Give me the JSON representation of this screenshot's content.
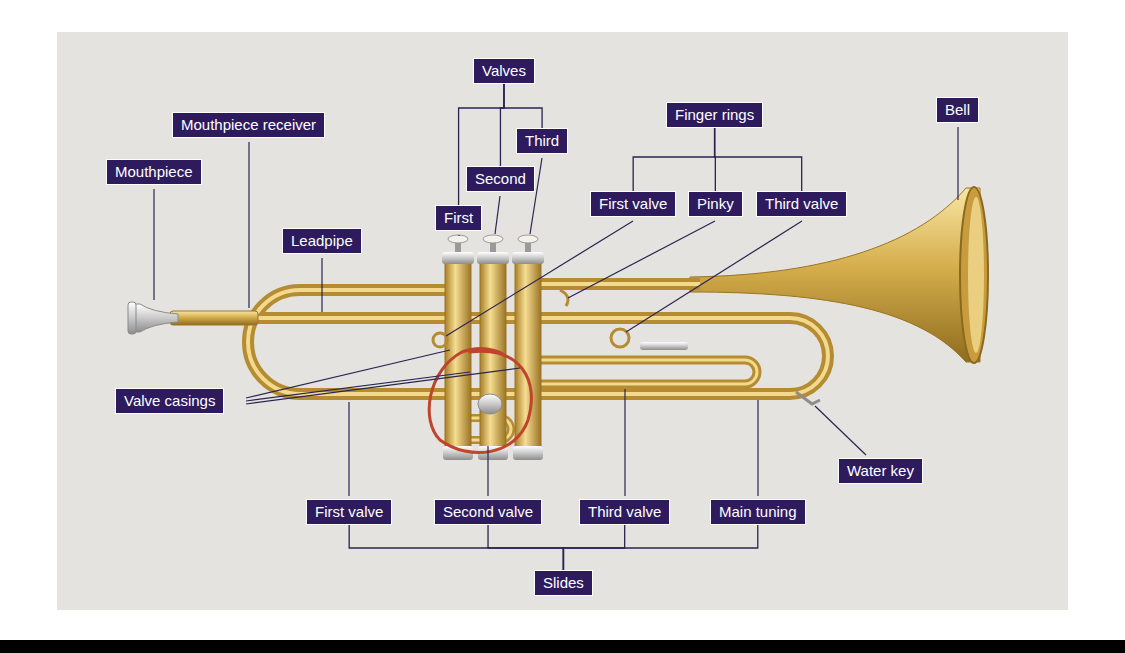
{
  "diagram": {
    "nodes": [
      {
        "text": [
          "Valves"
        ]
      },
      {
        "text": [
          "Mouthpiece receiver"
        ]
      },
      {
        "text": [
          "Finger rings"
        ]
      },
      {
        "text": [
          "Bell"
        ]
      },
      {
        "text": [
          "Third"
        ]
      },
      {
        "text": [
          "Mouthpiece"
        ]
      },
      {
        "text": [
          "Second"
        ]
      },
      {
        "text": [
          "First valve"
        ]
      },
      {
        "text": [
          "Pinky"
        ]
      },
      {
        "text": [
          "Third valve"
        ]
      },
      {
        "text": [
          "First"
        ]
      },
      {
        "text": [
          "Leadpipe"
        ]
      },
      {
        "text": [
          "Valve casings"
        ]
      },
      {
        "text": [
          "Water key"
        ]
      },
      {
        "text": [
          "First valve"
        ]
      },
      {
        "text": [
          "Second valve"
        ]
      },
      {
        "text": [
          "Third valve"
        ]
      },
      {
        "text": [
          "Main tuning"
        ]
      },
      {
        "text": [
          "Slides"
        ]
      }
    ],
    "edges": [
      {
        "from": 0,
        "to": 10,
        "arrow": "none"
      },
      {
        "from": 0,
        "to": 6,
        "arrow": "none"
      },
      {
        "from": 0,
        "to": 4,
        "arrow": "none"
      },
      {
        "from": 2,
        "to": 7,
        "arrow": "none"
      },
      {
        "from": 2,
        "to": 8,
        "arrow": "none"
      },
      {
        "from": 2,
        "to": 9,
        "arrow": "none"
      },
      {
        "from": 18,
        "to": 14,
        "arrow": "none"
      },
      {
        "from": 18,
        "to": 15,
        "arrow": "none"
      },
      {
        "from": 18,
        "to": 16,
        "arrow": "none"
      },
      {
        "from": 18,
        "to": 17,
        "arrow": "none"
      }
    ]
  }
}
